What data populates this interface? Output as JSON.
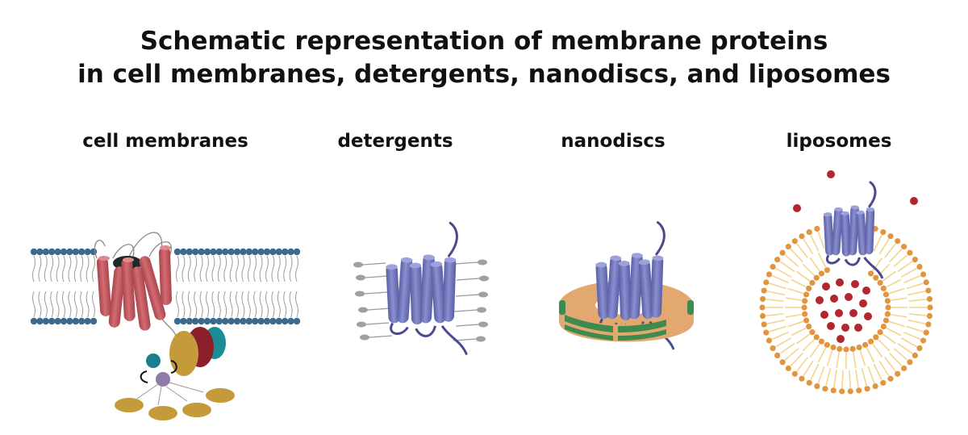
{
  "title": {
    "line1": "Schematic representation of membrane proteins",
    "line2": "in cell membranes, detergents, nanodiscs, and liposomes"
  },
  "panels": [
    {
      "id": "cell-membranes",
      "label": "cell membranes"
    },
    {
      "id": "detergents",
      "label": "detergents"
    },
    {
      "id": "nanodiscs",
      "label": "nanodiscs"
    },
    {
      "id": "liposomes",
      "label": "liposomes"
    }
  ],
  "colors": {
    "helix_red": "#c55c62",
    "helix_red_dark": "#9e3f47",
    "helix_blue": "#6f74b8",
    "helix_blue_dark": "#4e5499",
    "loop": "#4a4a8e",
    "lipid_head_blue": "#3d6a8c",
    "lipid_tail": "#9a9a9a",
    "detergent_head": "#a0a0a0",
    "disc_tan": "#e3a86f",
    "disc_green": "#3e8a4f",
    "lipo_head": "#e0953e",
    "lipo_tail": "#f3d48a",
    "cargo": "#b3262e",
    "g_alpha": "#c49a3a",
    "g_beta": "#8b1f2a",
    "g_gamma": "#1a8c95",
    "effector": "#c49a3a",
    "messenger_teal": "#1a7f8c",
    "messenger_purple": "#8f7aa8"
  }
}
